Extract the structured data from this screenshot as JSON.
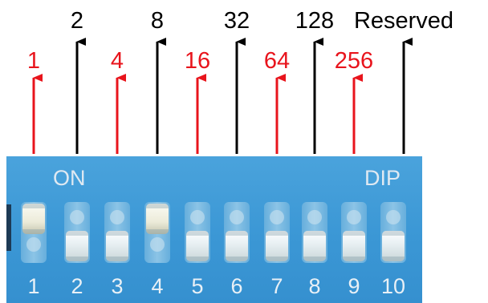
{
  "labels": {
    "upper": [
      {
        "text": "2",
        "color": "#000000"
      },
      {
        "text": "8",
        "color": "#000000"
      },
      {
        "text": "32",
        "color": "#000000"
      },
      {
        "text": "128",
        "color": "#000000"
      },
      {
        "text": "Reserved",
        "color": "#000000"
      }
    ],
    "lower": [
      {
        "text": "1",
        "color": "#e8141c"
      },
      {
        "text": "4",
        "color": "#e8141c"
      },
      {
        "text": "16",
        "color": "#e8141c"
      },
      {
        "text": "64",
        "color": "#e8141c"
      },
      {
        "text": "256",
        "color": "#e8141c"
      }
    ]
  },
  "board": {
    "on_label": "ON",
    "dip_label": "DIP",
    "color": "#3d9ad7",
    "switches": [
      {
        "number": "1",
        "state": "on"
      },
      {
        "number": "2",
        "state": "off"
      },
      {
        "number": "3",
        "state": "off"
      },
      {
        "number": "4",
        "state": "on"
      },
      {
        "number": "5",
        "state": "off"
      },
      {
        "number": "6",
        "state": "off"
      },
      {
        "number": "7",
        "state": "off"
      },
      {
        "number": "8",
        "state": "off"
      },
      {
        "number": "9",
        "state": "off"
      },
      {
        "number": "10",
        "state": "off"
      }
    ]
  }
}
